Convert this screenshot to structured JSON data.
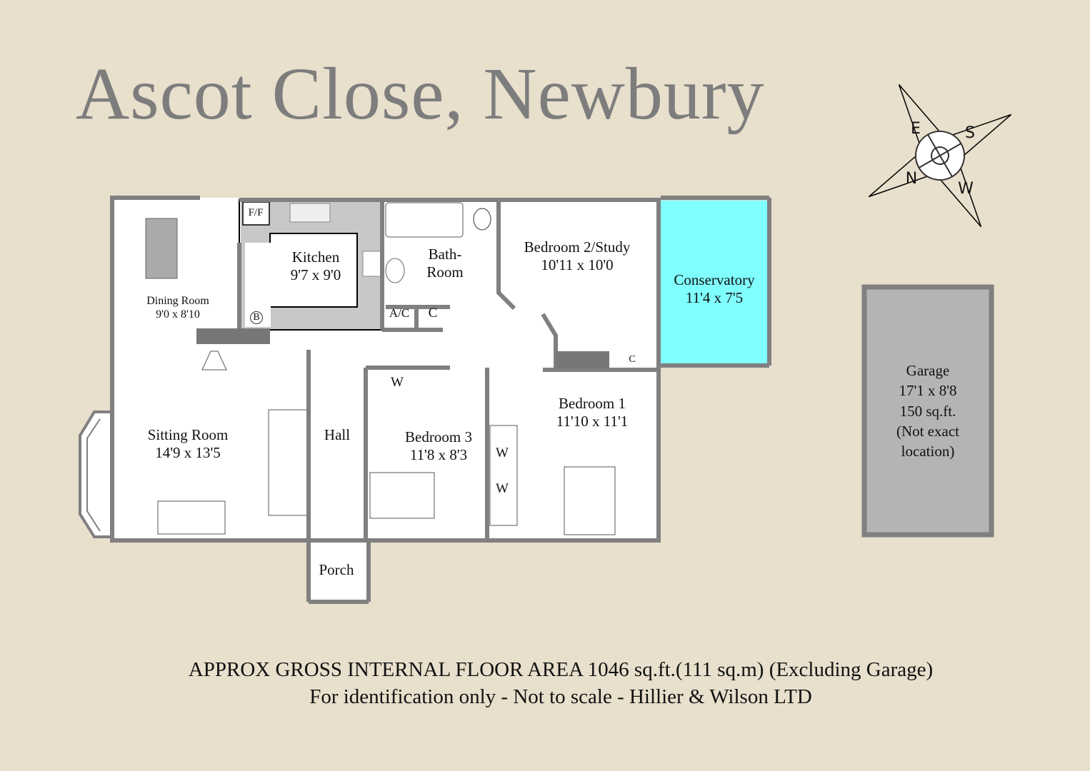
{
  "title": "Ascot Close, Newbury",
  "compass": {
    "icon": "compass-rose-icon",
    "letters": [
      "N",
      "E",
      "S",
      "W"
    ]
  },
  "rooms": {
    "dining": {
      "name": "Dining Room",
      "size": "9'0 x 8'10"
    },
    "kitchen": {
      "name": "Kitchen",
      "size": "9'7 x 9'0"
    },
    "bathroom": {
      "name1": "Bath-",
      "name2": "Room"
    },
    "bedroom2": {
      "name": "Bedroom 2/Study",
      "size": "10'11 x 10'0"
    },
    "conservatory": {
      "name": "Conservatory",
      "size": "11'4 x 7'5",
      "color": "#80ffff"
    },
    "sitting": {
      "name": "Sitting Room",
      "size": "14'9 x 13'5"
    },
    "hall": {
      "name": "Hall"
    },
    "bedroom3": {
      "name": "Bedroom 3",
      "size": "11'8 x 8'3"
    },
    "bedroom1": {
      "name": "Bedroom 1",
      "size": "11'10 x 11'1"
    },
    "porch": {
      "name": "Porch"
    },
    "garage": {
      "name": "Garage",
      "size": "17'1 x 8'8",
      "area": "150 sq.ft.",
      "note1": "(Not exact",
      "note2": "location)"
    }
  },
  "fixtures": {
    "ff": "F/F",
    "ac": "A/C",
    "c1": "C",
    "c2": "C",
    "boiler": "B",
    "w1": "W",
    "w2": "W",
    "w3": "W"
  },
  "footer": {
    "line1": "APPROX GROSS INTERNAL FLOOR AREA 1046 sq.ft.(111 sq.m) (Excluding Garage)",
    "line2": "For identification only - Not to scale - Hillier & Wilson LTD"
  },
  "colors": {
    "background": "#e8dfcc",
    "walls": "#808080",
    "title": "#7d7d7d",
    "garage_fill": "#b4b4b4"
  }
}
